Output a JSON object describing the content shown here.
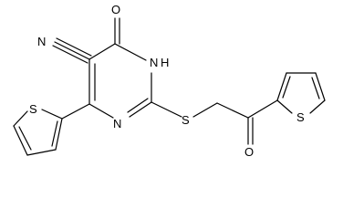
{
  "molecule": {
    "atoms": {
      "N_nitrile": "N",
      "O_carbonyl_ring": "O",
      "N1": "N",
      "N1_H": "H",
      "N3": "N",
      "S_thioether": "S",
      "O_ketone": "O",
      "S_thiophene_left": "S",
      "S_thiophene_right": "S"
    }
  }
}
